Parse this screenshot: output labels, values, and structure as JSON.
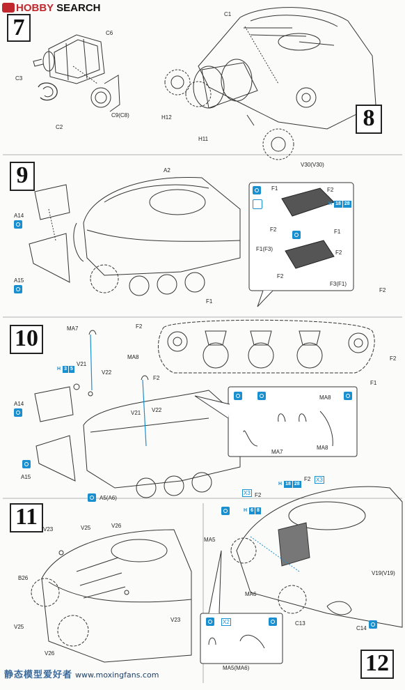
{
  "logo": {
    "brand_main": "HOBBY",
    "brand_tail": "SEARCH"
  },
  "watermark": {
    "site_cn": "静态模型爱好者",
    "url": "www.moxingfans.com"
  },
  "steps": {
    "s7": "7",
    "s8": "8",
    "s9": "9",
    "s10": "10",
    "s11": "11",
    "s12": "12"
  },
  "labels": {
    "c6": "C6",
    "c3": "C3",
    "c2": "C2",
    "c9": "C9(C8)",
    "c1": "C1",
    "h12": "H12",
    "h11": "H11",
    "v30": "V30(V30)",
    "a2": "A2",
    "a14_9": "A14",
    "a15_9": "A15",
    "f2_9": "F2",
    "inset_f1a": "F1",
    "inset_f2a": "F2",
    "inset_f2b": "F2",
    "inset_f1b": "F1",
    "inset_f1f3": "F1(F3)",
    "inset_f2c": "F2",
    "inset_f2d": "F2",
    "inset_f3f1": "F3(F1)",
    "inset_h": "H",
    "inset_h_n1": "18",
    "inset_h_n2": "28",
    "track_f1": "F1",
    "track_f2a": "F2",
    "track_f2b": "F2",
    "track_f2c": "F2",
    "track_f1b": "F1",
    "ma7": "MA7",
    "v21": "V21",
    "v22": "V22",
    "ma8": "MA8",
    "v21b": "V21",
    "v22b": "V22",
    "a14_10": "A14",
    "a15_10": "A15",
    "a5": "A5(A6)",
    "h10": "H",
    "h10_n1": "3",
    "h10_n2": "5",
    "in10_ma8": "MA8",
    "in10_ma7": "MA7",
    "in10_ma8b": "MA8",
    "v23": "V23",
    "v25": "V25",
    "v26": "V26",
    "b26": "B26",
    "v25b": "V25",
    "v26b": "V26",
    "v23b": "V23",
    "f2_12": "F2",
    "x3a": "X3",
    "x3b": "X3",
    "h12a": "H",
    "h12a_n1": "18",
    "h12a_n2": "28",
    "h12b": "H",
    "h12b_n1": "6",
    "h12b_n2": "8",
    "ma5": "MA5",
    "ma6": "MA6",
    "v19": "V19(V19)",
    "c13": "C13",
    "c14": "C14",
    "x2": "X2",
    "ma5ma6": "MA5(MA6)"
  }
}
